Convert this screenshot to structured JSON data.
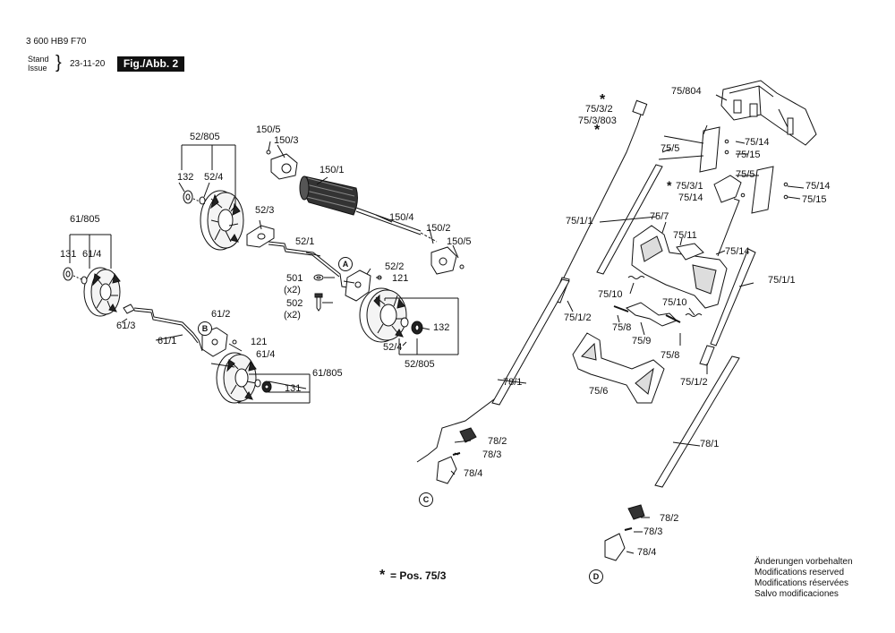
{
  "header": {
    "doc_number": "3 600 HB9 F70",
    "stand_label": "Stand",
    "issue_label": "Issue",
    "brace": "}",
    "date": "23-11-20",
    "figure_label": "Fig./Abb. 2"
  },
  "callouts": {
    "A": "A",
    "B": "B",
    "C": "C",
    "D": "D"
  },
  "labels": {
    "p52_805_top": "52/805",
    "p132_top": "132",
    "p52_4_top": "52/4",
    "p150_5_top": "150/5",
    "p150_3": "150/3",
    "p150_1": "150/1",
    "p52_3": "52/3",
    "p150_4": "150/4",
    "p150_2": "150/2",
    "p150_5_right": "150/5",
    "p61_805_top": "61/805",
    "p131_left": "131",
    "p61_4_left": "61/4",
    "p52_1": "52/1",
    "p52_2": "52/2",
    "p121_a": "121",
    "p501": "501",
    "p501_qty": "(x2)",
    "p502": "502",
    "p502_qty": "(x2)",
    "p61_2": "61/2",
    "p121_b": "121",
    "p61_3": "61/3",
    "p61_1": "61/1",
    "p132_right": "132",
    "p52_4_bottom": "52/4",
    "p52_805_bottom": "52/805",
    "p61_4_bottom": "61/4",
    "p61_805_right": "61/805",
    "p131_bottom": "131",
    "star": "*",
    "p75_3_2": "75/3/2",
    "p75_3_803": "75/3/803",
    "p75_804": "75/804",
    "p75_5_a": "75/5",
    "p75_14_a": "75/14",
    "p75_15_a": "75/15",
    "p75_5_b": "75/5",
    "p75_3_1": "75/3/1",
    "p75_14_b": "75/14",
    "p75_14_c": "75/14",
    "p75_15_b": "75/15",
    "p75_1_1_left": "75/1/1",
    "p75_7": "75/7",
    "p75_11": "75/11",
    "p75_14_d": "75/14",
    "p75_1_1_right": "75/1/1",
    "p75_10_a": "75/10",
    "p75_10_b": "75/10",
    "p75_1_2_left": "75/1/2",
    "p75_8_a": "75/8",
    "p75_9": "75/9",
    "p75_8_b": "75/8",
    "p75_6": "75/6",
    "p75_1_2_right": "75/1/2",
    "p78_1_left": "78/1",
    "p78_1_right": "78/1",
    "p78_2_a": "78/2",
    "p78_3_a": "78/3",
    "p78_4_a": "78/4",
    "p78_2_b": "78/2",
    "p78_3_b": "78/3",
    "p78_4_b": "78/4"
  },
  "legend": {
    "star": "*",
    "text": "= Pos.  75/3"
  },
  "footer": {
    "line1": "Änderungen vorbehalten",
    "line2": "Modifications reserved",
    "line3": "Modifications réservées",
    "line4": "Salvo modificaciones"
  }
}
